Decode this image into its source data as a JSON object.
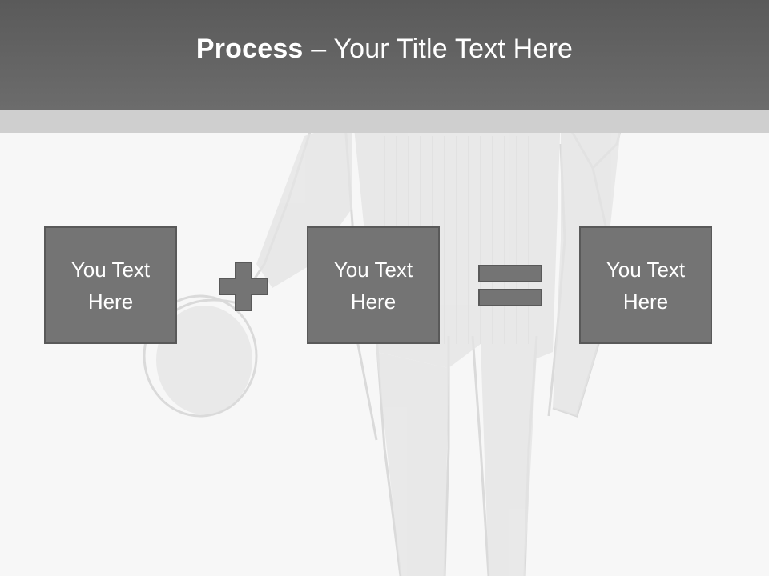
{
  "slide": {
    "title_bold": "Process",
    "title_rest": " – Your Title Text Here"
  },
  "process": {
    "boxes": [
      {
        "text": "You Text Here"
      },
      {
        "text": "You Text Here"
      },
      {
        "text": "You Text Here"
      }
    ],
    "operators": [
      "plus-icon",
      "equals-icon"
    ]
  },
  "colors": {
    "header": "#5f5f5f",
    "band": "#cfcfcf",
    "box_fill": "#747474",
    "box_border": "#595959",
    "background": "#f7f7f7"
  }
}
